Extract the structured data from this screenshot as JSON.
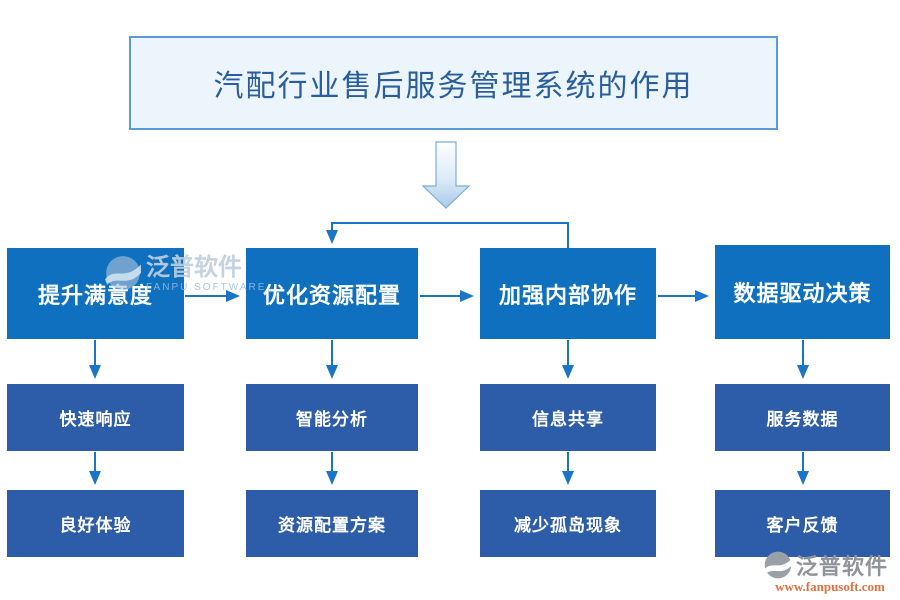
{
  "title": "汽配行业售后服务管理系统的作用",
  "columns": [
    {
      "head": "提升满意度",
      "items": [
        "快速响应",
        "良好体验"
      ]
    },
    {
      "head": "优化资源配置",
      "items": [
        "智能分析",
        "资源配置方案"
      ]
    },
    {
      "head": "加强内部协作",
      "items": [
        "信息共享",
        "减少孤岛现象"
      ]
    },
    {
      "head": "数据驱动决策",
      "items": [
        "服务数据",
        "客户反馈"
      ]
    }
  ],
  "watermark_center": {
    "brand": "泛普软件",
    "sub": "FANPU SOFTWARE"
  },
  "watermark_corner": {
    "brand": "泛普软件",
    "url": "www.fanpusoft.com"
  },
  "colors": {
    "node_primary": "#0f70c0",
    "node_secondary": "#2d5ca8",
    "connector": "#1b75c6",
    "title_text": "#2a5e9e",
    "title_bg": "#ecf5fb",
    "title_border": "#5b9bd5",
    "url_color": "#e4703f",
    "corner_gray": "#8f949b"
  }
}
